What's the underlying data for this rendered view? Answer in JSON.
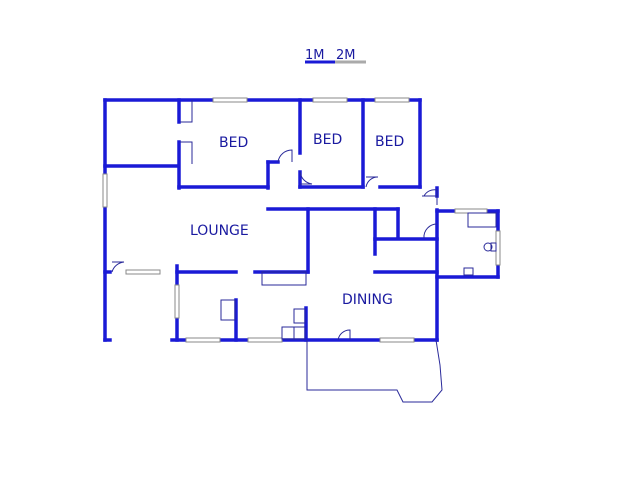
{
  "scale": {
    "label_1m": "1M",
    "label_2m": "2M"
  },
  "rooms": {
    "bed_1": "BED",
    "bed_2": "BED",
    "bed_3": "BED",
    "lounge": "LOUNGE",
    "dining": "DINING"
  },
  "colors": {
    "wall": "#1a1ad6",
    "text": "#1a1aa0",
    "thin_line": "#2a2a9a",
    "window": "#888888"
  }
}
